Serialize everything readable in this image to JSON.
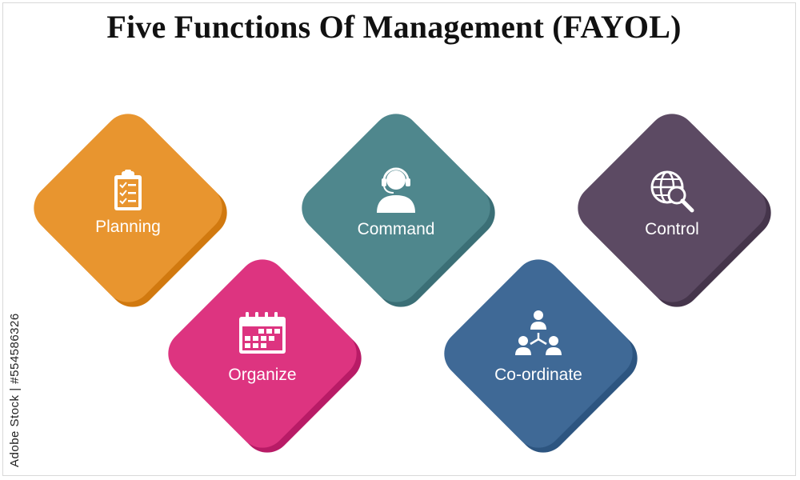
{
  "title": "Five Functions Of Management (FAYOL)",
  "side_text": "Adobe Stock | #554586326",
  "functions": [
    {
      "label": "Planning",
      "icon": "clipboard-checklist-icon",
      "color": "#e8952f",
      "shade": "#d1790f"
    },
    {
      "label": "Command",
      "icon": "headset-person-icon",
      "color": "#4f878d",
      "shade": "#3b6f76"
    },
    {
      "label": "Control",
      "icon": "globe-magnifier-icon",
      "color": "#5c4a63",
      "shade": "#45354b"
    },
    {
      "label": "Organize",
      "icon": "calendar-icon",
      "color": "#dd3480",
      "shade": "#b81b66"
    },
    {
      "label": "Co-ordinate",
      "icon": "team-network-icon",
      "color": "#3f6996",
      "shade": "#2d5580"
    }
  ]
}
